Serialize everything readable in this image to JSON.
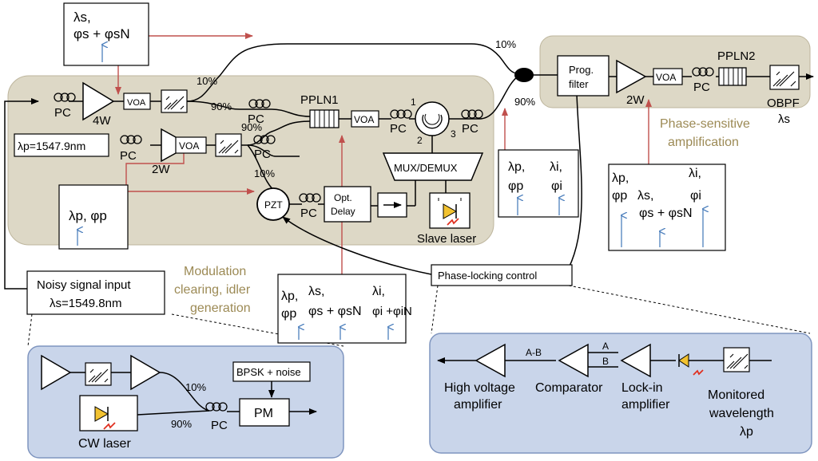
{
  "regions": {
    "modulation_caption": [
      "Modulation",
      "clearing, idler",
      "generation"
    ],
    "psa_caption": [
      "Phase-sensitive",
      "amplification"
    ]
  },
  "components": {
    "pc": "PC",
    "voa": "VOA",
    "pzt": "PZT",
    "pm": "PM",
    "edfa_4w": "4W",
    "edfa_2w_pump": "2W",
    "edfa_2w_psa": "2W",
    "ppln1": "PPLN1",
    "ppln2": "PPLN2",
    "prog_filter": [
      "Prog.",
      "filter"
    ],
    "opt_delay": [
      "Opt.",
      "Delay"
    ],
    "mux": "MUX/DEMUX",
    "slave_laser": "Slave laser",
    "circ_ports": [
      "1",
      "2",
      "3"
    ],
    "obpf": "OBPF",
    "obpf_sub": "λs",
    "phase_lock": "Phase-locking control",
    "noisy_input": [
      "Noisy signal input",
      "λs=1549.8nm"
    ],
    "pump_wavelength": "λp=1547.9nm",
    "bpsk": "BPSK + noise",
    "cw_laser": "CW laser"
  },
  "ratios": {
    "top_10": "10%",
    "top_90": "90%",
    "coupler_10": "10%",
    "coupler_90": "90%",
    "ppln1_90": "90%",
    "pump_10": "10%",
    "inset_10": "10%",
    "inset_90": "90%"
  },
  "boxes": {
    "signal_top": [
      "λs,",
      "φs + φsN"
    ],
    "pump_left": "λp, φp",
    "after_mc": {
      "pump": [
        "λp,",
        "φp"
      ],
      "signal": [
        "λs,",
        "φs + φsN"
      ],
      "idler": [
        "λi,",
        "φi +φiN"
      ]
    },
    "filtered": {
      "pump": [
        "λp,",
        "φp"
      ],
      "idler": [
        "λi,",
        "φi"
      ]
    },
    "after_psa": {
      "pump": [
        "λp,",
        "φp"
      ],
      "signal": [
        "λs,",
        "φs + φsN"
      ],
      "idler": [
        "λi,",
        "φi"
      ]
    }
  },
  "lockin": {
    "high_voltage": [
      "High voltage",
      "amplifier"
    ],
    "comparator": "Comparator",
    "lockin_amp": [
      "Lock-in",
      "amplifier"
    ],
    "monitored": [
      "Monitored",
      "wavelength",
      "λp"
    ],
    "a_minus_b": "A-B",
    "a": "A",
    "b": "B"
  },
  "colors": {
    "region_fill": "#ddd8c6",
    "inset_fill": "#c9d5ea",
    "inset_stroke": "#7f95bf",
    "red_arrow": "#c0504d",
    "blue_arrow": "#4f81bd",
    "caption_text": "#9c8a55"
  }
}
